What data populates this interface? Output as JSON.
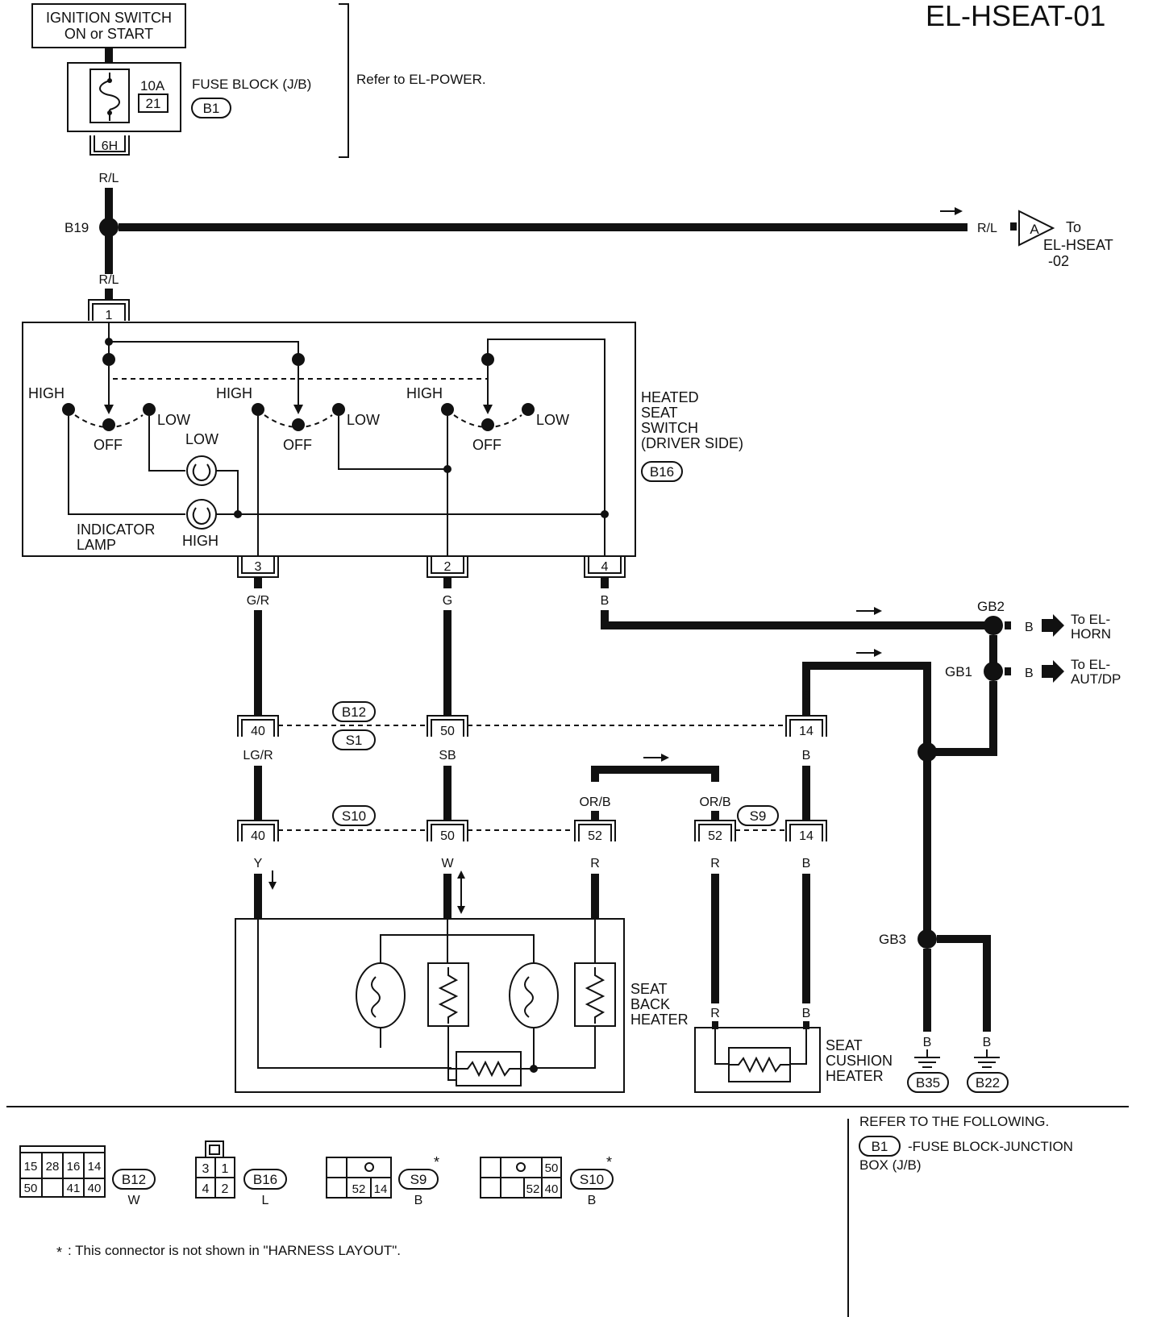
{
  "title": "EL-HSEAT-01",
  "ignition": {
    "line1": "IGNITION SWITCH",
    "line2": "ON or START"
  },
  "fuse": {
    "amp": "10A",
    "number": "21",
    "label": "FUSE BLOCK (J/B)",
    "ref": "B1",
    "connector": "6H"
  },
  "refer_power": "Refer to EL-POWER.",
  "wires": {
    "rl": "R/L",
    "gr": "G/R",
    "g": "G",
    "b": "B",
    "lgr": "LG/R",
    "sb": "SB",
    "orb": "OR/B",
    "y": "Y",
    "w": "W",
    "r": "R"
  },
  "junction_b19": "B19",
  "to_hseat02": {
    "conn": "A",
    "l1": "To",
    "l2": "EL-HSEAT",
    "l3": "-02"
  },
  "switch": {
    "pin1": "1",
    "pin3": "3",
    "pin2": "2",
    "pin4": "4",
    "high": "HIGH",
    "low": "LOW",
    "off": "OFF",
    "ind1": "INDICATOR",
    "ind2": "LAMP",
    "name1": "HEATED",
    "name2": "SEAT",
    "name3": "SWITCH",
    "name4": "(DRIVER SIDE)",
    "ref": "B16"
  },
  "grounds": {
    "gb1": "GB1",
    "gb2": "GB2",
    "gb3": "GB3",
    "b35": "B35",
    "b22": "B22"
  },
  "to_horn": {
    "l1": "To EL-",
    "l2": "HORN"
  },
  "to_autdp": {
    "l1": "To EL-",
    "l2": "AUT/DP"
  },
  "connectors": {
    "b12": "B12",
    "s1": "S1",
    "s10": "S10",
    "s9": "S9",
    "c40": "40",
    "c50": "50",
    "c14": "14",
    "c52": "52"
  },
  "seat_back": {
    "l1": "SEAT",
    "l2": "BACK",
    "l3": "HEATER"
  },
  "seat_cushion": {
    "l1": "SEAT",
    "l2": "CUSHION",
    "l3": "HEATER"
  },
  "legend": {
    "b12_pins_top": [
      "15",
      "28",
      "16",
      "14"
    ],
    "b12_pins_bot": [
      "50",
      "",
      "41",
      "40"
    ],
    "b12_ref": "B12",
    "b12_color": "W",
    "b16_pins_top": [
      "3",
      "1"
    ],
    "b16_pins_bot": [
      "4",
      "2"
    ],
    "b16_ref": "B16",
    "b16_color": "L",
    "s9_pins": [
      "52",
      "14"
    ],
    "s9_ref": "S9",
    "s9_color": "B",
    "s10_pins": [
      "50",
      "52",
      "40"
    ],
    "s10_ref": "S10",
    "s10_color": "B",
    "star": "*"
  },
  "footnote": ": This connector is not shown in \"HARNESS LAYOUT\".",
  "refer_following": "REFER TO THE FOLLOWING.",
  "refer_b1": "B1",
  "refer_b1_text": "-FUSE BLOCK-JUNCTION",
  "refer_b1_text2": "BOX (J/B)"
}
